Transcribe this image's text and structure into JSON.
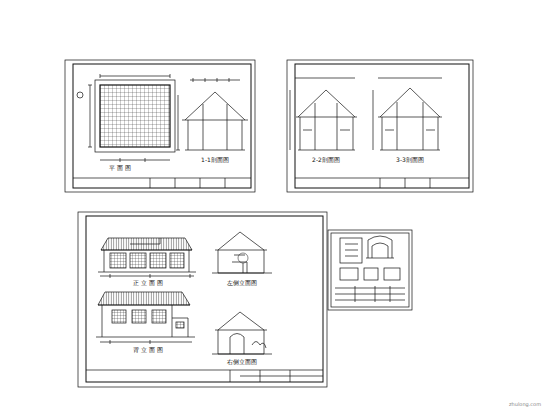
{
  "diagram": {
    "labels": [
      "平 面 图",
      "1-1剖面图",
      "2-2剖面图",
      "3-3剖面图",
      "正 立 面 图",
      "左侧立面图",
      "背 立 面 图",
      "右侧立面图",
      "zhulong.com"
    ]
  }
}
